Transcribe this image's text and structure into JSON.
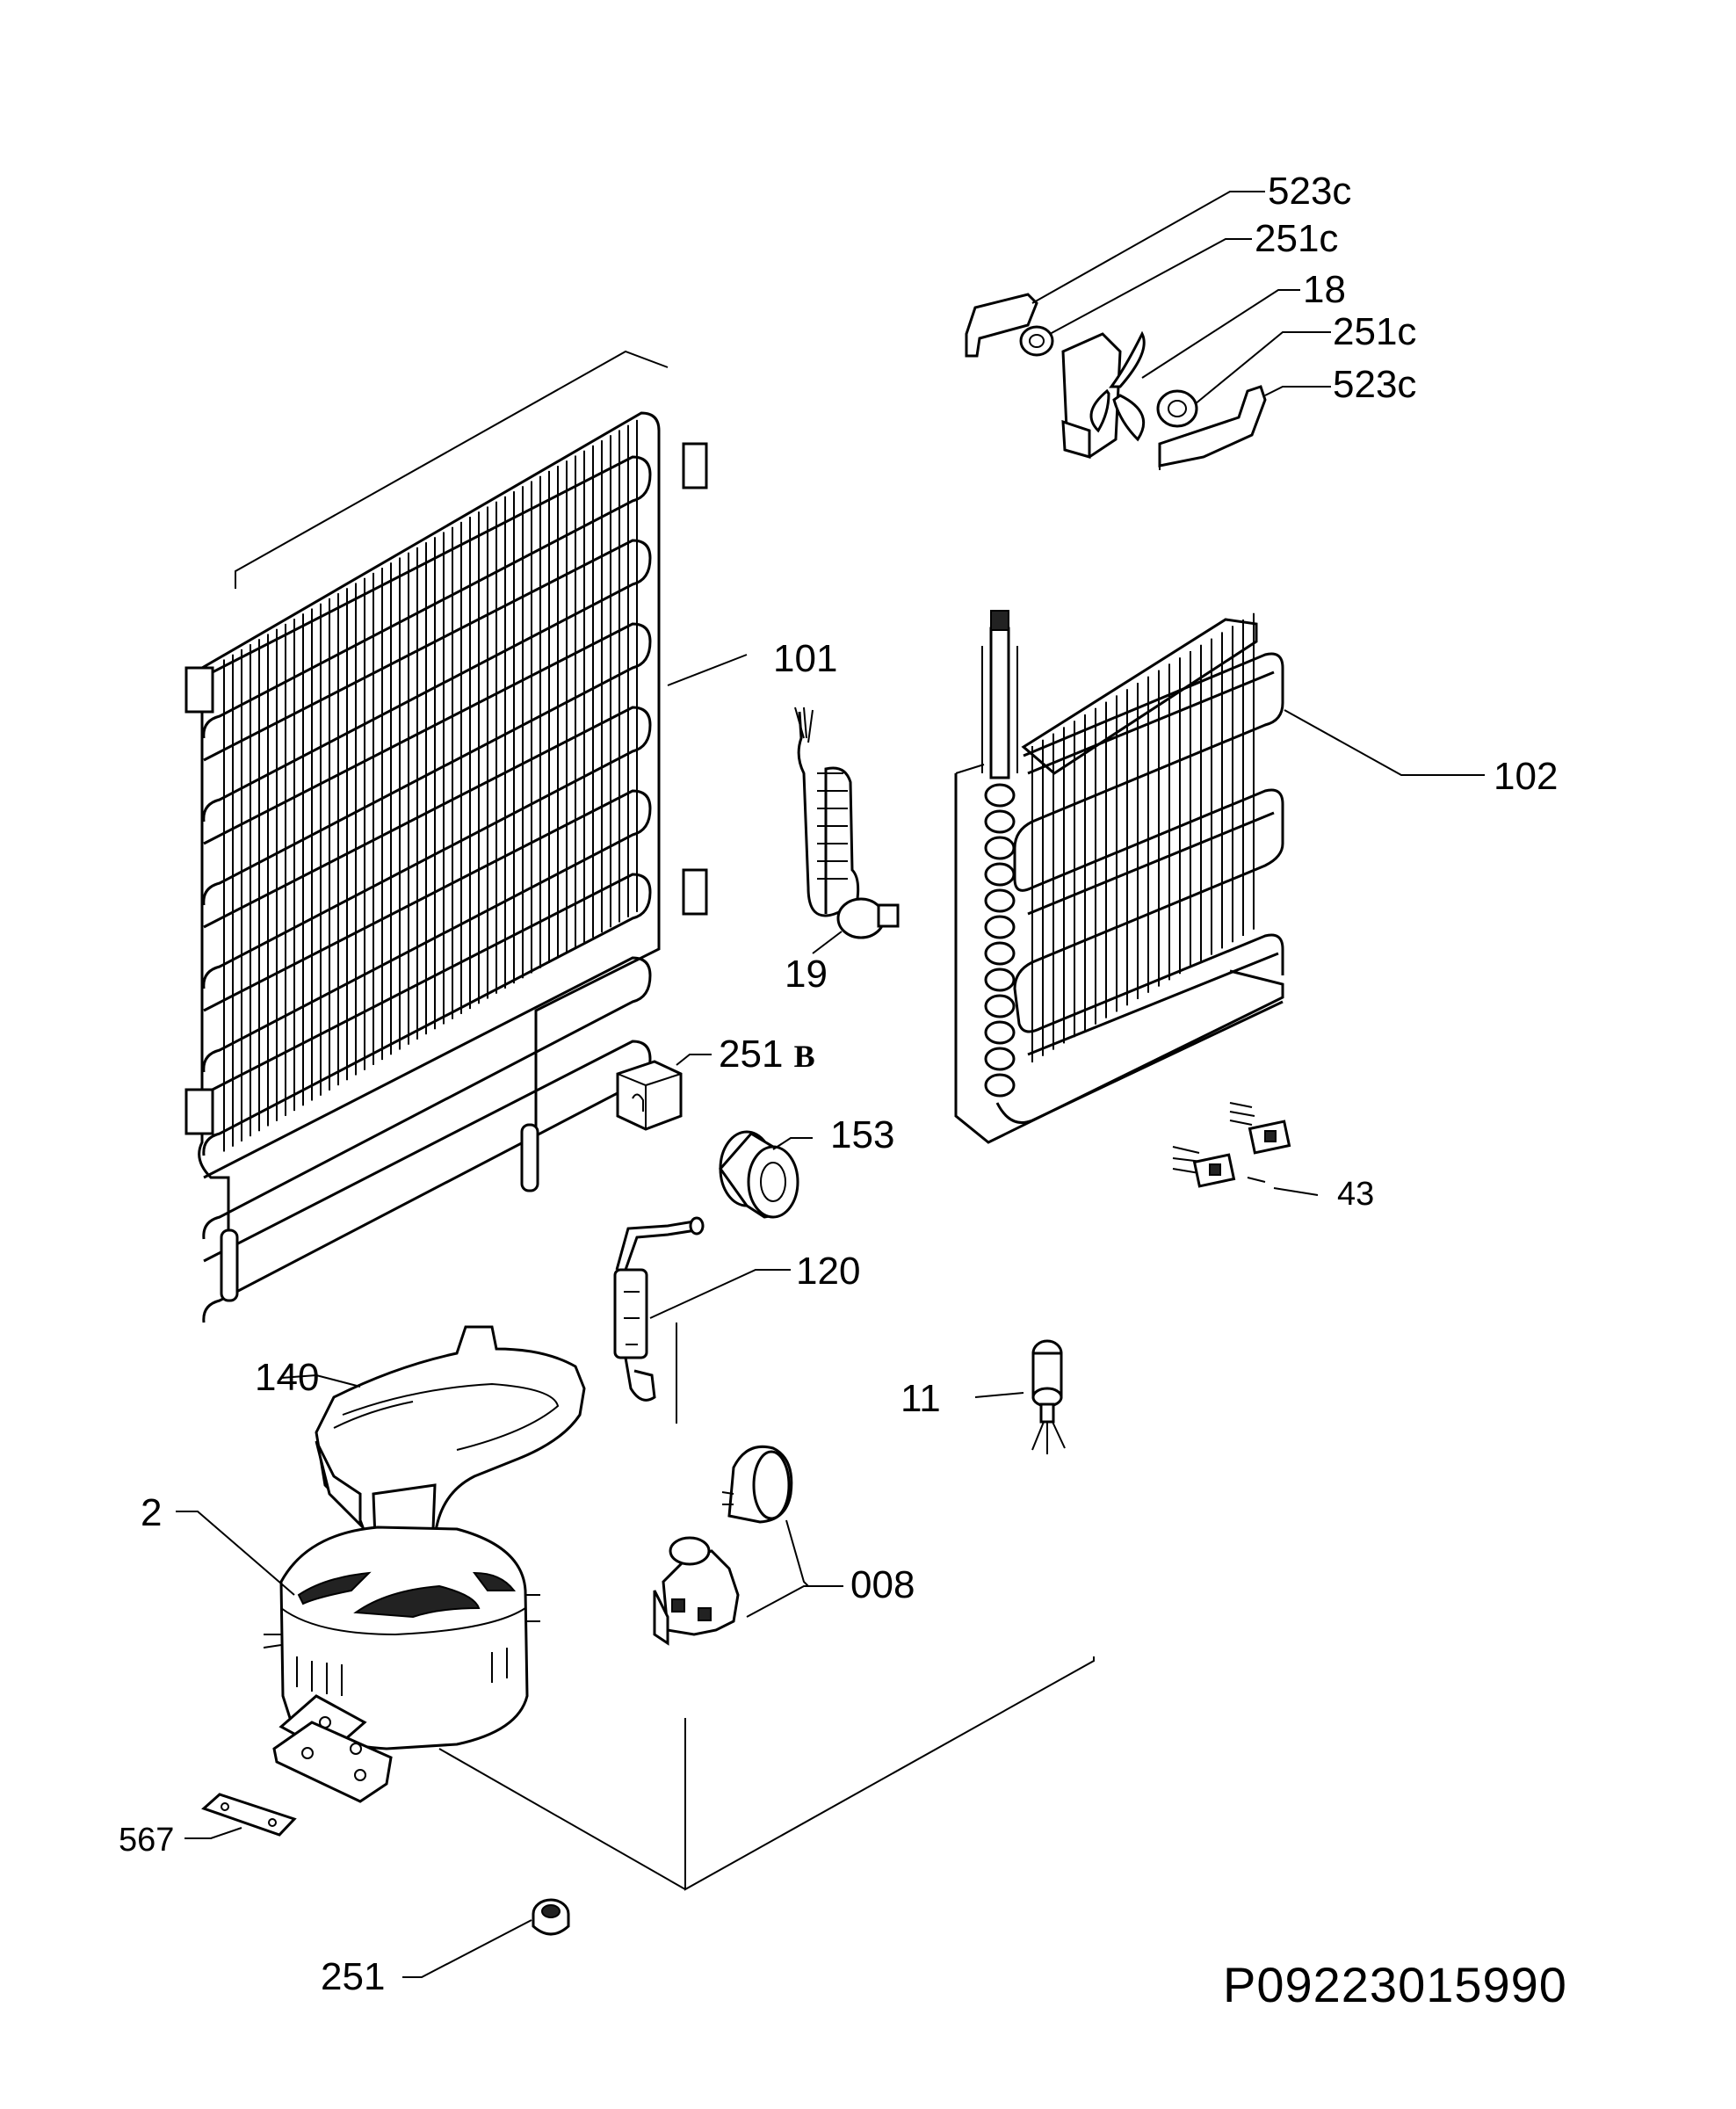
{
  "callouts": {
    "c523c_top": "523c",
    "c251c_top": "251c",
    "c18": "18",
    "c251c_mid": "251c",
    "c523c_mid": "523c",
    "c101": "101",
    "c102": "102",
    "c19": "19",
    "c251b": "251",
    "c251b_suffix": "B",
    "c153": "153",
    "c43": "43",
    "c120": "120",
    "c140": "140",
    "c11": "11",
    "c2": "2",
    "c008": "008",
    "c567": "567",
    "c251": "251"
  },
  "document": {
    "code": "P09223015990"
  }
}
